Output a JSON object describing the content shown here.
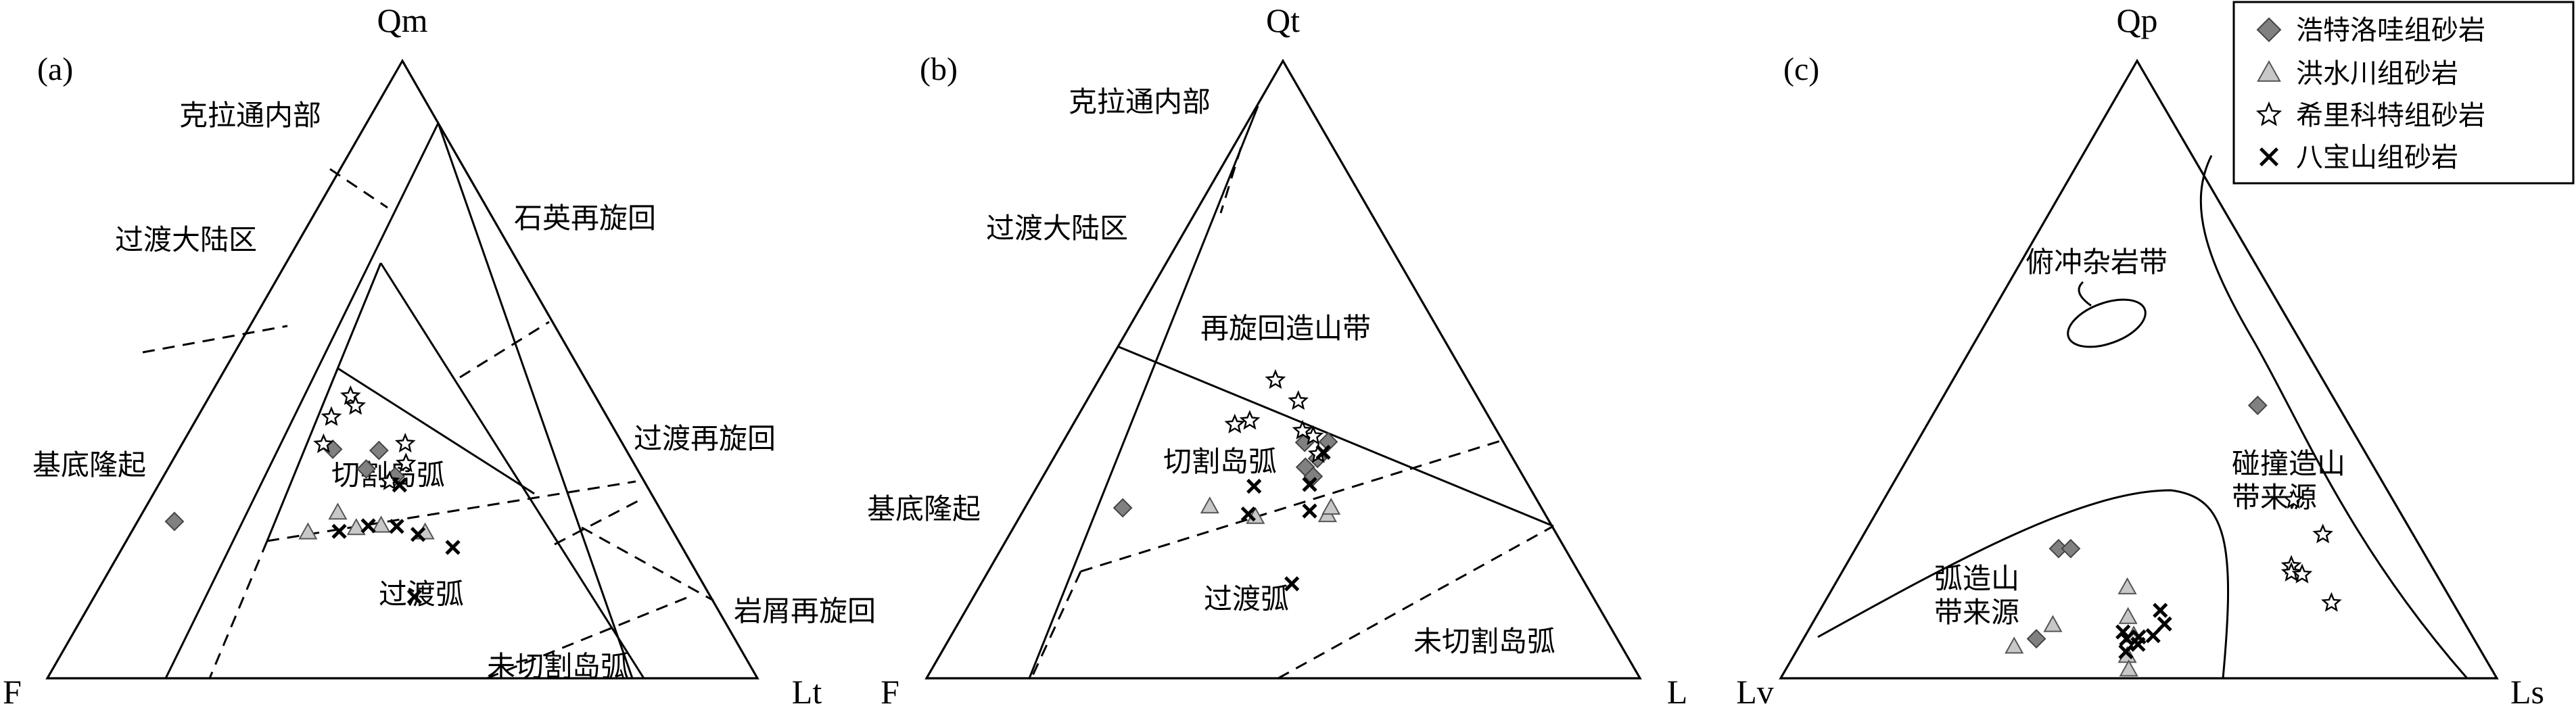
{
  "colors": {
    "diamond": "#808080",
    "triangle": "#c8c8c8",
    "star": "#ffffff",
    "cross": "#000000"
  },
  "legend": {
    "items": [
      {
        "label": "浩特洛哇组砂岩",
        "marker": "diamond"
      },
      {
        "label": "洪水川组砂岩",
        "marker": "triangle"
      },
      {
        "label": "希里科特组砂岩",
        "marker": "star"
      },
      {
        "label": "八宝山组砂岩",
        "marker": "cross"
      }
    ]
  },
  "chart_data": [
    {
      "type": "scatter",
      "subtype": "ternary",
      "panel": "(a)",
      "vertices": {
        "top": "Qm",
        "left": "F",
        "right": "Lt"
      },
      "regions": [
        "克拉通内部",
        "过渡大陆区",
        "基底隆起",
        "石英再旋回",
        "过渡再旋回",
        "岩屑再旋回",
        "切割岛弧",
        "过渡弧",
        "未切割岛弧"
      ],
      "points": [
        {
          "series": "浩特洛哇组砂岩",
          "x": 0.402,
          "y": 0.371
        },
        {
          "series": "浩特洛哇组砂岩",
          "x": 0.467,
          "y": 0.369
        },
        {
          "series": "浩特洛哇组砂岩",
          "x": 0.449,
          "y": 0.339
        },
        {
          "series": "浩特洛哇组砂岩",
          "x": 0.49,
          "y": 0.327
        },
        {
          "series": "浩特洛哇组砂岩",
          "x": 0.179,
          "y": 0.254
        },
        {
          "series": "洪水川组砂岩",
          "x": 0.409,
          "y": 0.268
        },
        {
          "series": "洪水川组砂岩",
          "x": 0.435,
          "y": 0.243
        },
        {
          "series": "洪水川组砂岩",
          "x": 0.47,
          "y": 0.247
        },
        {
          "series": "洪水川组砂岩",
          "x": 0.532,
          "y": 0.236
        },
        {
          "series": "洪水川组砂岩",
          "x": 0.367,
          "y": 0.236
        },
        {
          "series": "希里科特组砂岩",
          "x": 0.427,
          "y": 0.457
        },
        {
          "series": "希里科特组砂岩",
          "x": 0.4,
          "y": 0.423
        },
        {
          "series": "希里科特组砂岩",
          "x": 0.434,
          "y": 0.441
        },
        {
          "series": "希里科特组砂岩",
          "x": 0.389,
          "y": 0.379
        },
        {
          "series": "希里科特组砂岩",
          "x": 0.504,
          "y": 0.38
        },
        {
          "series": "希里科特组砂岩",
          "x": 0.505,
          "y": 0.348
        },
        {
          "series": "希里科特组砂岩",
          "x": 0.482,
          "y": 0.319
        },
        {
          "series": "八宝山组砂岩",
          "x": 0.496,
          "y": 0.313
        },
        {
          "series": "八宝山组砂岩",
          "x": 0.452,
          "y": 0.247
        },
        {
          "series": "八宝山组砂岩",
          "x": 0.492,
          "y": 0.246
        },
        {
          "series": "八宝山组砂岩",
          "x": 0.411,
          "y": 0.238
        },
        {
          "series": "八宝山组砂岩",
          "x": 0.571,
          "y": 0.212
        },
        {
          "series": "八宝山组砂岩",
          "x": 0.522,
          "y": 0.233
        },
        {
          "series": "八宝山组砂岩",
          "x": 0.517,
          "y": 0.132
        }
      ]
    },
    {
      "type": "scatter",
      "subtype": "ternary",
      "panel": "(b)",
      "vertices": {
        "top": "Qt",
        "left": "F",
        "right": "L"
      },
      "regions": [
        "克拉通内部",
        "过渡大陆区",
        "再旋回造山带",
        "基底隆起",
        "切割岛弧",
        "过渡弧",
        "未切割岛弧"
      ],
      "points": [
        {
          "series": "浩特洛哇组砂岩",
          "x": 0.53,
          "y": 0.382
        },
        {
          "series": "浩特洛哇组砂岩",
          "x": 0.563,
          "y": 0.383
        },
        {
          "series": "浩特洛哇组砂岩",
          "x": 0.548,
          "y": 0.356
        },
        {
          "series": "浩特洛哇组砂岩",
          "x": 0.531,
          "y": 0.342
        },
        {
          "series": "浩特洛哇组砂岩",
          "x": 0.542,
          "y": 0.327
        },
        {
          "series": "浩特洛哇组砂岩",
          "x": 0.275,
          "y": 0.276
        },
        {
          "series": "洪水川组砂岩",
          "x": 0.397,
          "y": 0.278
        },
        {
          "series": "洪水川组砂岩",
          "x": 0.562,
          "y": 0.264
        },
        {
          "series": "洪水川组砂岩",
          "x": 0.461,
          "y": 0.261
        },
        {
          "series": "洪水川组砂岩",
          "x": 0.567,
          "y": 0.276
        },
        {
          "series": "希里科特组砂岩",
          "x": 0.489,
          "y": 0.483
        },
        {
          "series": "希里科特组砂岩",
          "x": 0.521,
          "y": 0.449
        },
        {
          "series": "希里科特组砂岩",
          "x": 0.432,
          "y": 0.411
        },
        {
          "series": "希里科特组砂岩",
          "x": 0.453,
          "y": 0.417
        },
        {
          "series": "希里科特组砂岩",
          "x": 0.542,
          "y": 0.392
        },
        {
          "series": "希里科特组砂岩",
          "x": 0.527,
          "y": 0.401
        },
        {
          "series": "希里科特组砂岩",
          "x": 0.549,
          "y": 0.363
        },
        {
          "series": "八宝山组砂岩",
          "x": 0.556,
          "y": 0.366
        },
        {
          "series": "八宝山组砂岩",
          "x": 0.459,
          "y": 0.311
        },
        {
          "series": "八宝山组砂岩",
          "x": 0.537,
          "y": 0.314
        },
        {
          "series": "八宝山组砂岩",
          "x": 0.451,
          "y": 0.266
        },
        {
          "series": "八宝山组砂岩",
          "x": 0.537,
          "y": 0.271
        },
        {
          "series": "八宝山组砂岩",
          "x": 0.512,
          "y": 0.153
        }
      ]
    },
    {
      "type": "scatter",
      "subtype": "ternary",
      "panel": "(c)",
      "vertices": {
        "top": "Qp",
        "left": "Lv",
        "right": "Ls"
      },
      "regions": [
        "俯冲杂岩带",
        "碰撞造山带来源",
        "弧造山带来源"
      ],
      "points": [
        {
          "series": "浩特洛哇组砂岩",
          "x": 0.666,
          "y": 0.442
        },
        {
          "series": "浩特洛哇组砂岩",
          "x": 0.388,
          "y": 0.21
        },
        {
          "series": "浩特洛哇组砂岩",
          "x": 0.405,
          "y": 0.21
        },
        {
          "series": "浩特洛哇组砂岩",
          "x": 0.357,
          "y": 0.064
        },
        {
          "series": "洪水川组砂岩",
          "x": 0.38,
          "y": 0.086
        },
        {
          "series": "洪水川组砂岩",
          "x": 0.326,
          "y": 0.051
        },
        {
          "series": "洪水川组砂岩",
          "x": 0.484,
          "y": 0.147
        },
        {
          "series": "洪水川组砂岩",
          "x": 0.485,
          "y": 0.099
        },
        {
          "series": "洪水川组砂岩",
          "x": 0.493,
          "y": 0.069
        },
        {
          "series": "洪水川组砂岩",
          "x": 0.484,
          "y": 0.036
        },
        {
          "series": "洪水川组砂岩",
          "x": 0.486,
          "y": 0.014
        },
        {
          "series": "希里科特组砂岩",
          "x": 0.716,
          "y": 0.289
        },
        {
          "series": "希里科特组砂岩",
          "x": 0.757,
          "y": 0.233
        },
        {
          "series": "希里科特组砂岩",
          "x": 0.713,
          "y": 0.182
        },
        {
          "series": "希里科特组砂岩",
          "x": 0.713,
          "y": 0.171
        },
        {
          "series": "希里科特组砂岩",
          "x": 0.728,
          "y": 0.168
        },
        {
          "series": "希里科特组砂岩",
          "x": 0.769,
          "y": 0.122
        },
        {
          "series": "八宝山组砂岩",
          "x": 0.53,
          "y": 0.11
        },
        {
          "series": "八宝山组砂岩",
          "x": 0.536,
          "y": 0.088
        },
        {
          "series": "八宝山组砂岩",
          "x": 0.478,
          "y": 0.075
        },
        {
          "series": "八宝山组砂岩",
          "x": 0.483,
          "y": 0.064
        },
        {
          "series": "八宝山组砂岩",
          "x": 0.5,
          "y": 0.067
        },
        {
          "series": "八宝山组砂岩",
          "x": 0.482,
          "y": 0.043
        },
        {
          "series": "八宝山组砂岩",
          "x": 0.499,
          "y": 0.055
        },
        {
          "series": "八宝山组砂岩",
          "x": 0.52,
          "y": 0.069
        }
      ]
    }
  ]
}
